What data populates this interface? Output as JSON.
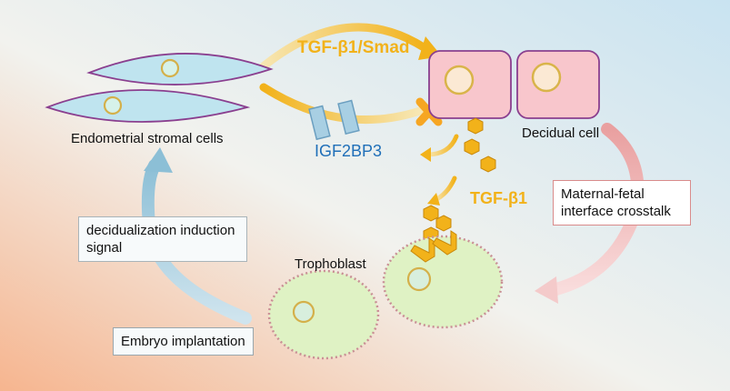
{
  "labels": {
    "endometrial_stromal_cells": "Endometrial stromal cells",
    "decidual_cell": "Decidual cell",
    "trophoblast": "Trophoblast",
    "tgf_smad": "TGF-β1/Smad",
    "igf2bp3": "IGF2BP3",
    "tgf_b1": "TGF-β1"
  },
  "boxes": {
    "decidualization_signal": "decidualization induction signal",
    "embryo_implantation": "Embryo implantation",
    "maternal_fetal": "Maternal-fetal interface crosstalk"
  },
  "colors": {
    "stromal_fill": "#bfe4ef",
    "decidual_fill": "#f8c6cc",
    "trophoblast_fill": "#dff2c4",
    "tgf_gold": "#f2b21a",
    "igf_blue": "#1f6fb8",
    "blocked_x": "#f6a623"
  },
  "icons": [
    "x-block-icon",
    "hexagon-molecule-icon",
    "receptor-icon",
    "curved-arrow-icon"
  ]
}
